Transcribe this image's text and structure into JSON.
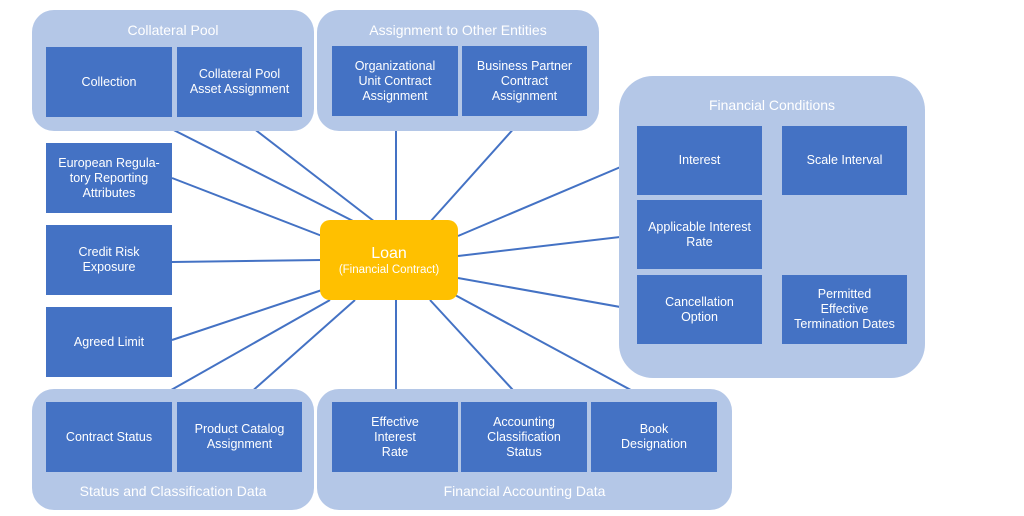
{
  "colors": {
    "group_bg": "#b4c7e7",
    "box": "#4472c4",
    "center": "#ffc000",
    "text": "#ffffff",
    "connector": "#4472c4"
  },
  "center": {
    "title": "Loan",
    "subtitle": "(Financial Contract)"
  },
  "groups": {
    "collateral_pool": "Collateral Pool",
    "assignment_other": "Assignment to Other Entities",
    "financial_conditions": "Financial Conditions",
    "status_classification": "Status and Classification Data",
    "financial_accounting": "Financial Accounting Data"
  },
  "boxes": {
    "collection": "Collection",
    "collateral_pool_asset": "Collateral Pool\nAsset Assignment",
    "org_unit_contract": "Organizational\nUnit Contract\nAssignment",
    "business_partner_contract": "Business Partner\nContract\nAssignment",
    "european_regulatory": "European Regula-\ntory Reporting\nAttributes",
    "credit_risk": "Credit Risk\nExposure",
    "agreed_limit": "Agreed Limit",
    "interest": "Interest",
    "scale_interval": "Scale Interval",
    "applicable_interest_rate": "Applicable Interest\nRate",
    "cancellation_option": "Cancellation\nOption",
    "permitted_termination": "Permitted\nEffective\nTermination Dates",
    "contract_status": "Contract Status",
    "product_catalog": "Product Catalog\nAssignment",
    "effective_interest_rate": "Effective\nInterest\nRate",
    "accounting_classification": "Accounting\nClassification\nStatus",
    "book_designation": "Book\nDesignation"
  }
}
